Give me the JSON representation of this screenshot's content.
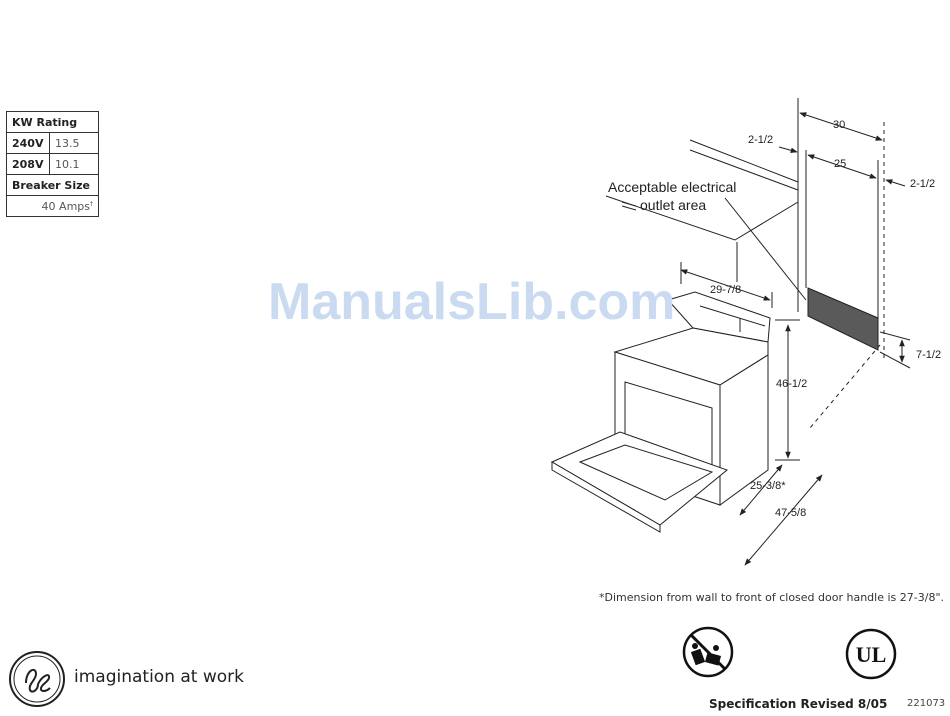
{
  "spec_table": {
    "kw_rating_label": "KW Rating",
    "rows": [
      {
        "voltage": "240V",
        "kw": "13.5"
      },
      {
        "voltage": "208V",
        "kw": "10.1"
      }
    ],
    "breaker_size_label": "Breaker Size",
    "breaker_value": "40 Amps",
    "breaker_mark": "†"
  },
  "watermark": "ManualsLib.com",
  "diagram": {
    "outlet_area_line1": "Acceptable electrical",
    "outlet_area_line2": "outlet area",
    "dimensions": {
      "d30": "30",
      "d2_5_left": "2-1/2",
      "d25": "25",
      "d2_5_right": "2-1/2",
      "d29_7_8": "29-7/8",
      "d7_5": "7-1/2",
      "d46_5": "46-1/2",
      "d25_3_8": "25-3/8*",
      "d47_5_8": "47-5/8"
    }
  },
  "footnote": "*Dimension from wall to front of closed door handle is 27-3/8\".",
  "logo": {
    "name": "ge-monogram-logo",
    "tagline": "imagination at work"
  },
  "certifications": [
    {
      "icon": "anti-tip-warning-icon"
    },
    {
      "icon": "ul-listed-icon",
      "text": "UL"
    }
  ],
  "spec_revised": "Specification Revised 8/05",
  "doc_number": "221073"
}
